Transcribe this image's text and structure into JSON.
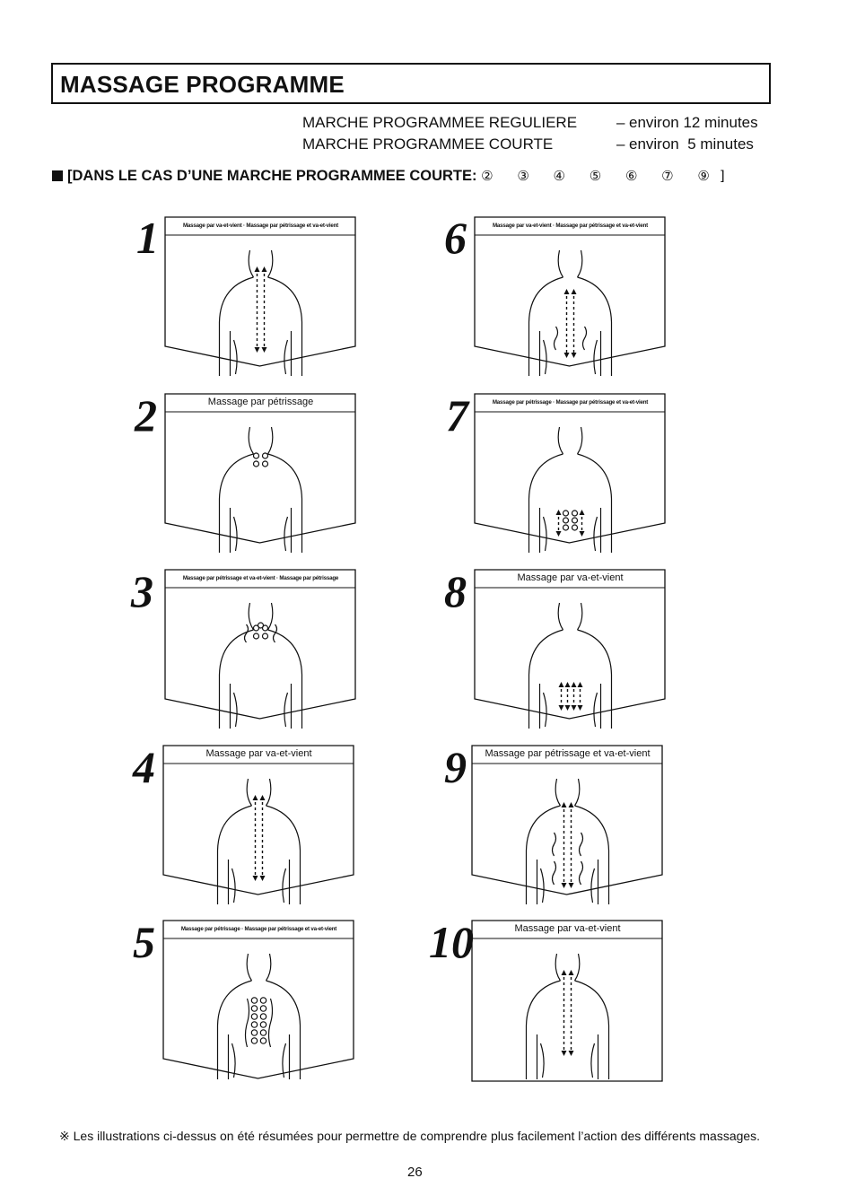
{
  "header": {
    "title": "MASSAGE PROGRAMME"
  },
  "durations": [
    {
      "name": "MARCHE PROGRAMMEE REGULIERE",
      "sep": "–",
      "time": "environ 12 minutes"
    },
    {
      "name": "MARCHE PROGRAMMEE COURTE",
      "sep": "–",
      "time": "environ  5 minutes"
    }
  ],
  "subheading": {
    "text": "[DANS LE CAS D’UNE MARCHE PROGRAMMEE COURTE:",
    "steps": "② ③ ④ ⑤ ⑥ ⑦ ⑨]"
  },
  "steps": [
    {
      "num": "1",
      "caption": "Massage par va-et-vient · Massage par pétrissage et va-et-vient",
      "pattern": "updown-center"
    },
    {
      "num": "2",
      "caption": "Massage par pétrissage",
      "pattern": "knead-neck"
    },
    {
      "num": "3",
      "caption": "Massage par pétrissage et va-et-vient · Massage par pétrissage",
      "pattern": "knead-neck-wave"
    },
    {
      "num": "4",
      "caption": "Massage par va-et-vient",
      "pattern": "updown-center"
    },
    {
      "num": "5",
      "caption": "Massage par pétrissage · Massage par pétrissage et va-et-vient",
      "pattern": "knead-spine"
    },
    {
      "num": "6",
      "caption": "Massage par va-et-vient · Massage par pétrissage et va-et-vient",
      "pattern": "updown-wide"
    },
    {
      "num": "7",
      "caption": "Massage par pétrissage · Massage par pétrissage et va-et-vient",
      "pattern": "knead-lower"
    },
    {
      "num": "8",
      "caption": "Massage par va-et-vient",
      "pattern": "updown-lower"
    },
    {
      "num": "9",
      "caption": "Massage par pétrissage et va-et-vient",
      "pattern": "knead-wave-full"
    },
    {
      "num": "10",
      "caption": "Massage par va-et-vient",
      "pattern": "updown-center"
    }
  ],
  "footnote": "※ Les illustrations ci-dessus on été résumées pour permettre de comprendre plus facilement l’action des différents massages.",
  "page_number": "26"
}
